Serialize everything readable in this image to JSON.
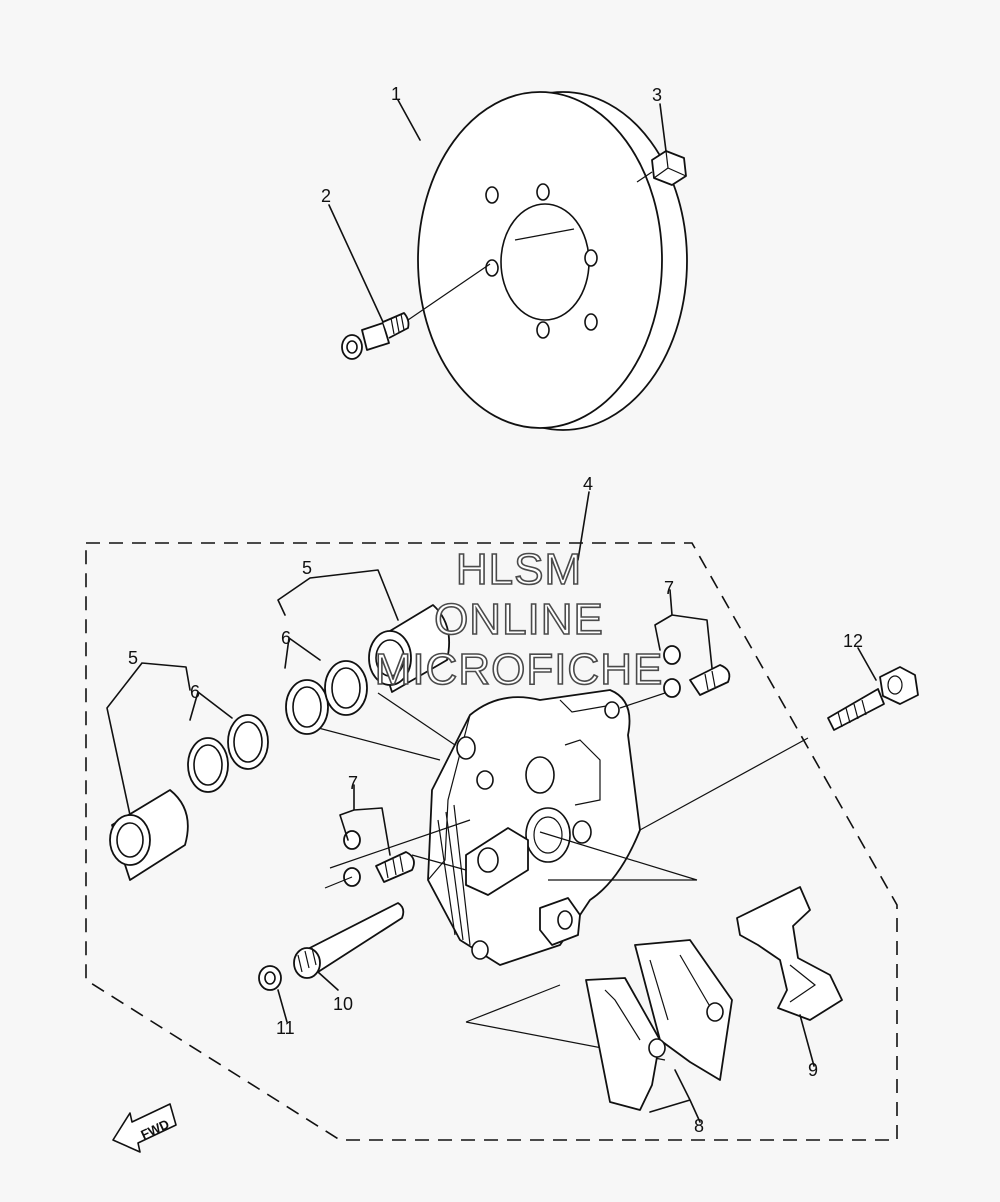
{
  "callouts": [
    {
      "id": "1",
      "label": "1"
    },
    {
      "id": "2",
      "label": "2"
    },
    {
      "id": "3",
      "label": "3"
    },
    {
      "id": "4",
      "label": "4"
    },
    {
      "id": "5a",
      "label": "5"
    },
    {
      "id": "5b",
      "label": "5"
    },
    {
      "id": "6a",
      "label": "6"
    },
    {
      "id": "6b",
      "label": "6"
    },
    {
      "id": "7a",
      "label": "7"
    },
    {
      "id": "7b",
      "label": "7"
    },
    {
      "id": "8",
      "label": "8"
    },
    {
      "id": "9",
      "label": "9"
    },
    {
      "id": "10",
      "label": "10"
    },
    {
      "id": "11",
      "label": "11"
    },
    {
      "id": "12",
      "label": "12"
    }
  ],
  "watermark": {
    "line1": "HLSM",
    "line2": "ONLINE",
    "line3": "MICROFICHE"
  },
  "direction_marker": {
    "label": "FWD",
    "icon": "arrow-forward-icon"
  }
}
